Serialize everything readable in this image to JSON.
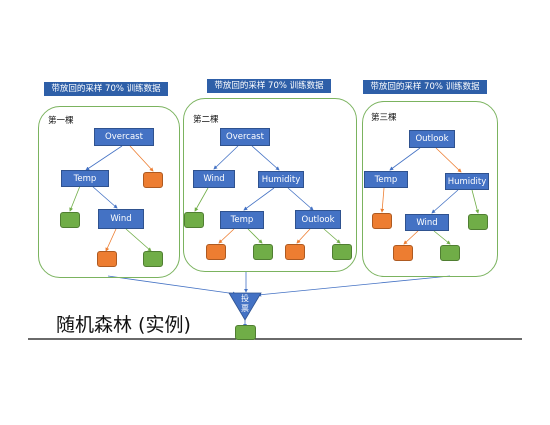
{
  "sample_tag": "带放回的采样 70% 训练数据",
  "trees": [
    {
      "label": "第一棵",
      "root": "Overcast",
      "n1": "Temp",
      "n2": "Wind"
    },
    {
      "label": "第二棵",
      "root": "Overcast",
      "n1": "Wind",
      "n2": "Humidity",
      "n3": "Temp",
      "n4": "Outlook"
    },
    {
      "label": "第三棵",
      "root": "Outlook",
      "n1": "Temp",
      "n2": "Humidity",
      "n3": "Wind"
    }
  ],
  "vote": "投票",
  "title": "随机森林 (实例)",
  "colors": {
    "node": "#4472c4",
    "tag": "#2e5fa8",
    "green_leaf": "#70ad47",
    "orange_leaf": "#ed7d31",
    "panel_border": "#7bb35f",
    "edge_to_green": "#70ad47",
    "edge_to_orange": "#ed7d31",
    "edge_to_node": "#4472c4"
  }
}
